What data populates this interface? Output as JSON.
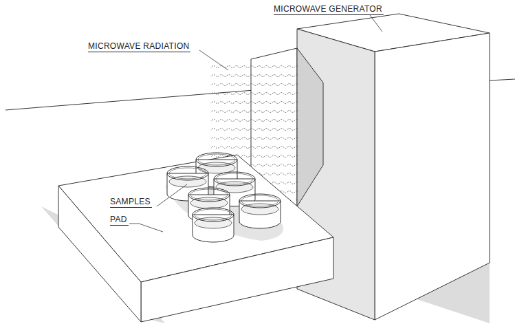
{
  "diagram": {
    "labels": [
      "MICROWAVE GENERATOR",
      "MICROWAVE RADIATION",
      "SAMPLES",
      "PAD"
    ]
  }
}
